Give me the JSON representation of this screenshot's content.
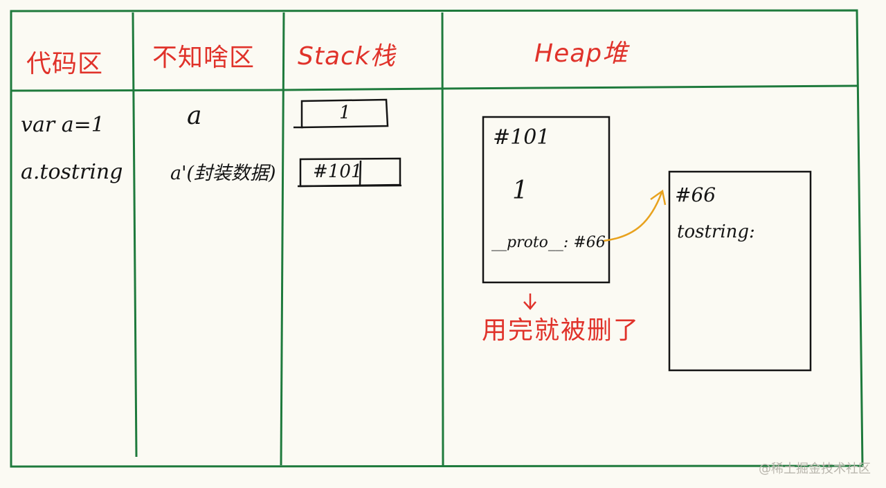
{
  "headers": {
    "code": "代码区",
    "unknown": "不知啥区",
    "stack": "Stack栈",
    "heap": "Heap堆"
  },
  "code": {
    "line1": "var a=1",
    "line2": "a.tostring"
  },
  "unknown_zone": {
    "item1": "a",
    "item2": "a'(封装数据)"
  },
  "stack": {
    "cell1": "1",
    "cell2": "#101"
  },
  "heap": {
    "obj1": {
      "addr": "#101",
      "value": "1",
      "proto": "__proto__: #66"
    },
    "obj2": {
      "addr": "#66",
      "method": "tostring:"
    },
    "note": "用完就被删了"
  },
  "watermark": "@稀土掘金技术社区",
  "colors": {
    "grid": "#1e7a3c",
    "header_text": "#e0322a",
    "ink": "#141414",
    "arrow_orange": "#e8a21e",
    "arrow_red": "#e0322a",
    "paper": "#fbfaf3"
  }
}
